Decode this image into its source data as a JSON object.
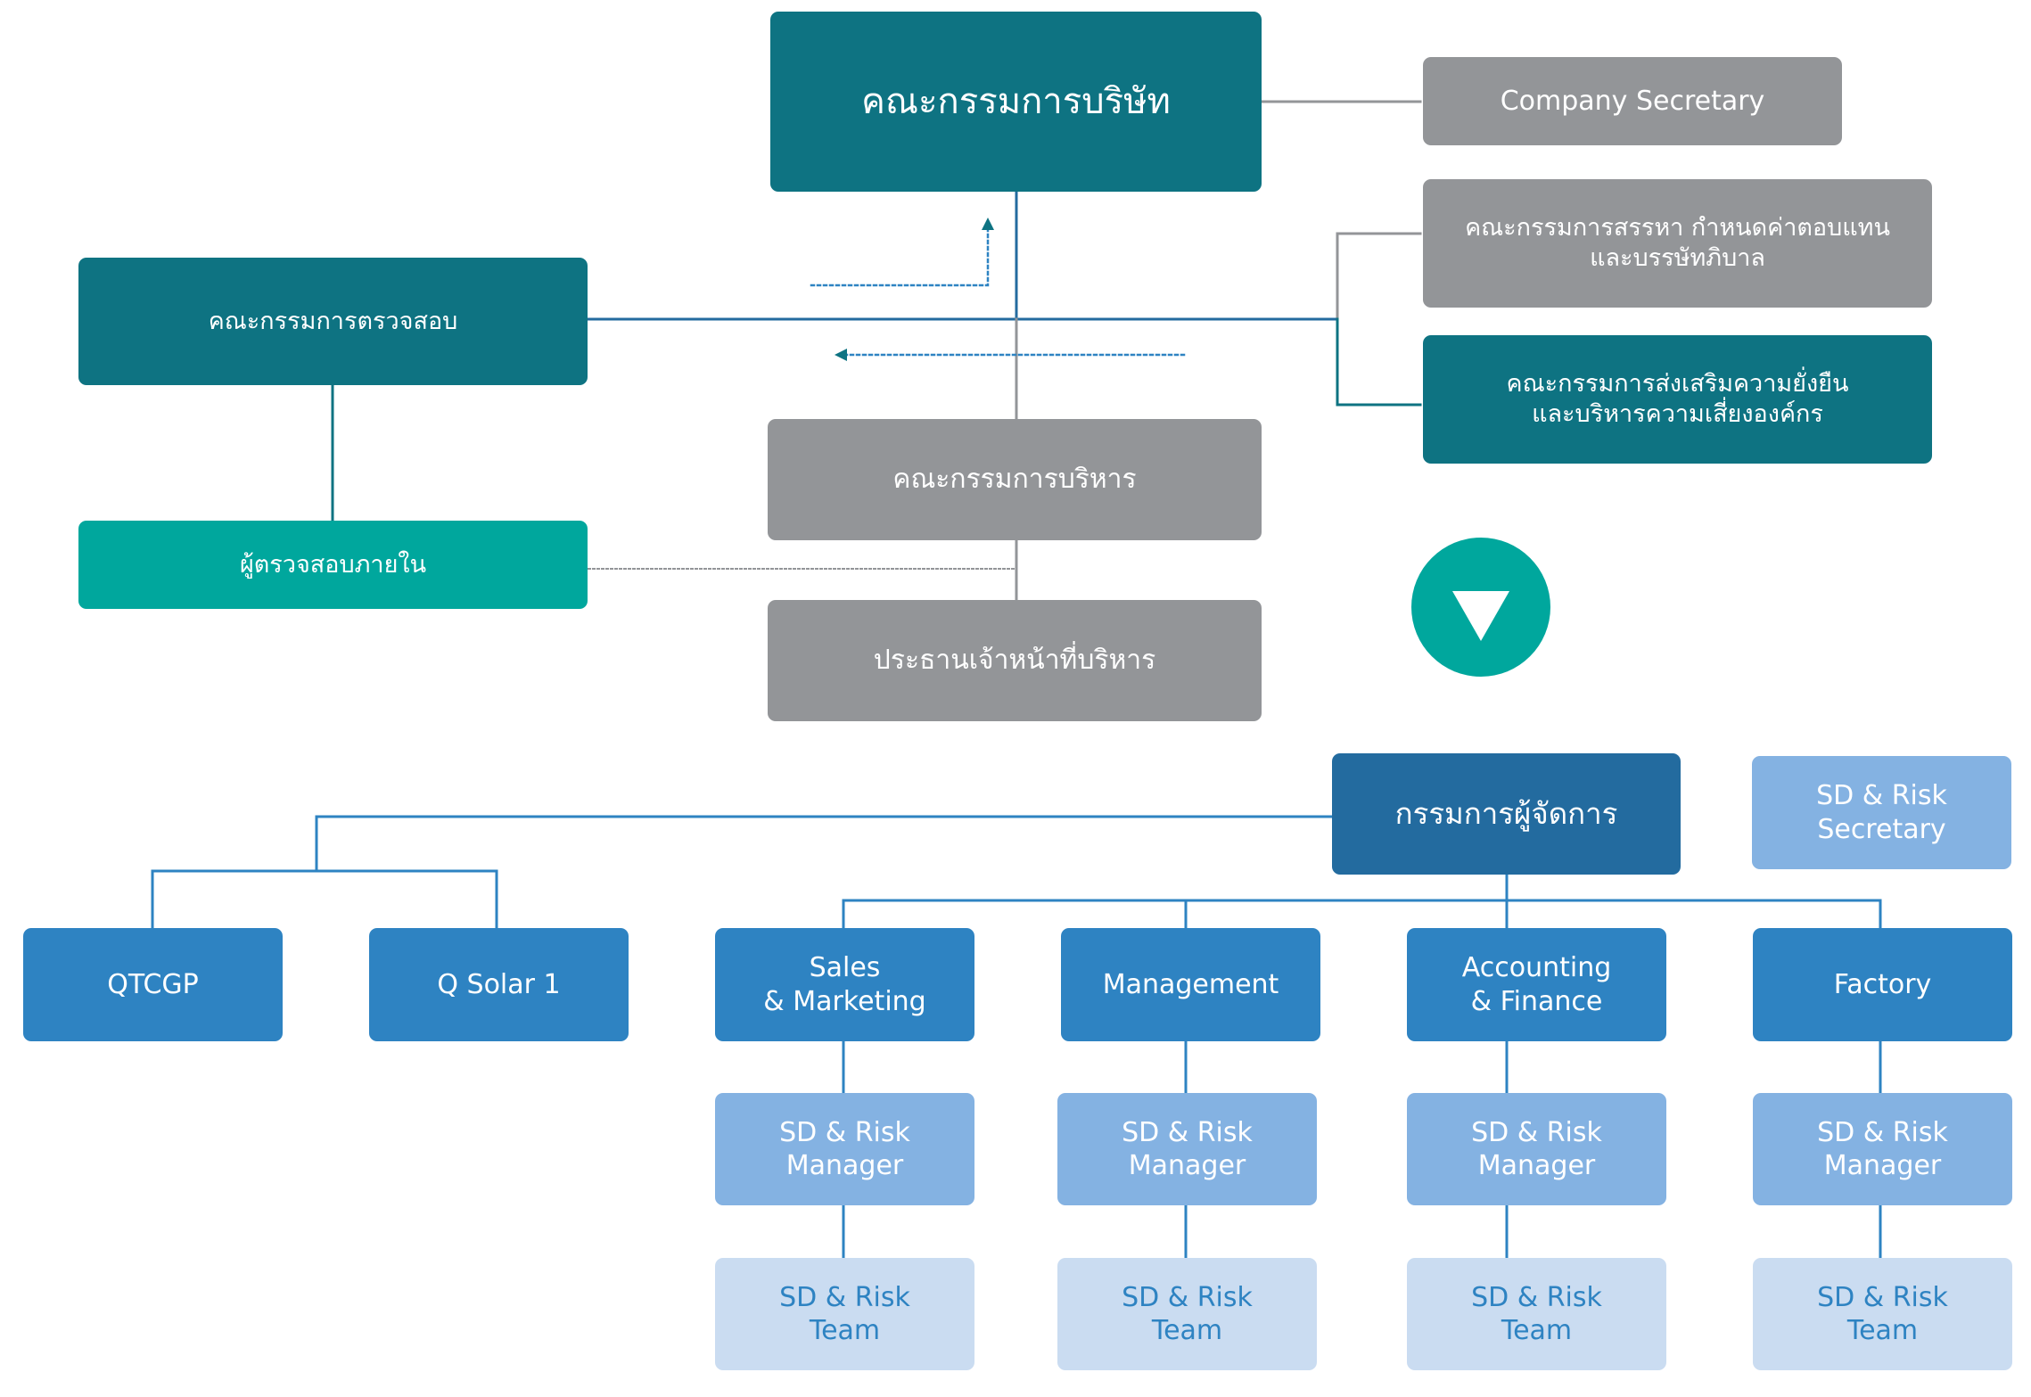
{
  "board": {
    "title": "คณะกรรมการบริษัท"
  },
  "company_secretary": {
    "label": "Company Secretary"
  },
  "nomination_committee": {
    "line1": "คณะกรรมการสรรหา กำหนดค่าตอบแทน",
    "line2": "และบรรษัทภิบาล"
  },
  "sustainability_committee": {
    "line1": "คณะกรรมการส่งเสริมความยั่งยืน",
    "line2": "และบริหารความเสี่ยงองค์กร"
  },
  "audit_committee": {
    "label": "คณะกรรมการตรวจสอบ"
  },
  "internal_auditor": {
    "label": "ผู้ตรวจสอบภายใน"
  },
  "executive_committee": {
    "label": "คณะกรรมการบริหาร"
  },
  "ceo": {
    "label": "ประธานเจ้าหน้าที่บริหาร"
  },
  "managing_director": {
    "label": "กรรมการผู้จัดการ"
  },
  "sd_risk_secretary": {
    "line1": "SD & Risk",
    "line2": "Secretary"
  },
  "subsidiaries": [
    {
      "label": "QTCGP"
    },
    {
      "label": "Q Solar 1"
    }
  ],
  "departments": [
    {
      "line1": "Sales",
      "line2": "& Marketing",
      "manager_line1": "SD & Risk",
      "manager_line2": "Manager",
      "team_line1": "SD & Risk",
      "team_line2": "Team"
    },
    {
      "line1": "Management",
      "line2": "",
      "manager_line1": "SD & Risk",
      "manager_line2": "Manager",
      "team_line1": "SD & Risk",
      "team_line2": "Team"
    },
    {
      "line1": "Accounting",
      "line2": "& Finance",
      "manager_line1": "SD & Risk",
      "manager_line2": "Manager",
      "team_line1": "SD & Risk",
      "team_line2": "Team"
    },
    {
      "line1": "Factory",
      "line2": "",
      "manager_line1": "SD & Risk",
      "manager_line2": "Manager",
      "team_line1": "SD & Risk",
      "team_line2": "Team"
    }
  ],
  "colors": {
    "teal_dark": "#0e7382",
    "teal_bright": "#00a79d",
    "gray": "#939598",
    "navy": "#236b9f",
    "blue": "#2e83c2",
    "light_blue": "#84b2e2",
    "pale_blue": "#cadcf1"
  },
  "icons": {
    "transition": "down-triangle-icon"
  }
}
